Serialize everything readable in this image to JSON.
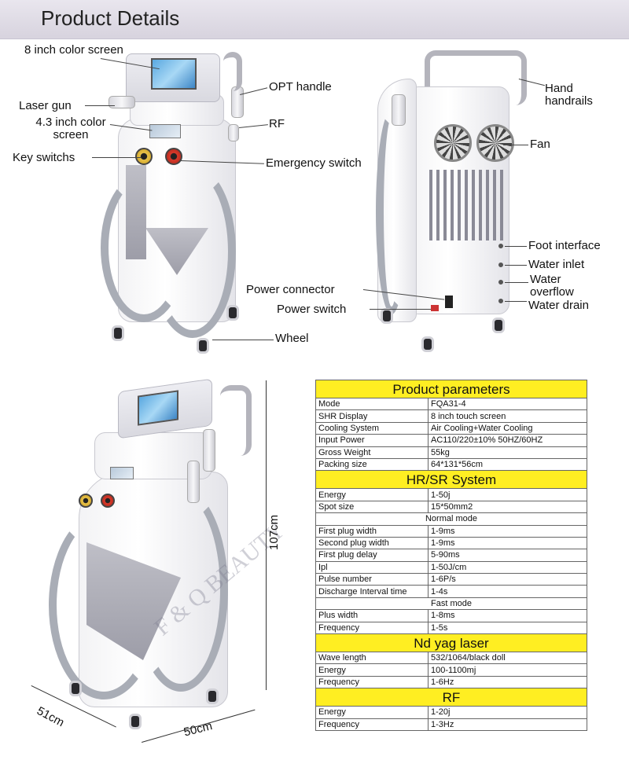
{
  "header": {
    "title": "Product Details"
  },
  "front_labels": {
    "color_screen_8": "8 inch color screen",
    "laser_gun": "Laser gun",
    "color_screen_43": "4.3 inch color screen",
    "key_switchs": "Key switchs",
    "opt_handle": "OPT handle",
    "rf": "RF",
    "emergency_switch": "Emergency switch",
    "wheel": "Wheel"
  },
  "back_labels": {
    "hand_handrails": "Hand handrails",
    "fan": "Fan",
    "foot_interface": "Foot interface",
    "water_inlet": "Water inlet",
    "water_overflow": "Water overflow",
    "water_drain": "Water drain",
    "power_connector": "Power connector",
    "power_switch": "Power switch"
  },
  "dimensions": {
    "height": "107cm",
    "depth": "51cm",
    "width": "50cm"
  },
  "watermark": "F & Q BEAUTY",
  "spec_table": {
    "sections": [
      {
        "title": "Product parameters",
        "rows": [
          {
            "key": "Mode",
            "value": "FQA31-4"
          },
          {
            "key": "SHR Display",
            "value": "8 inch touch screen"
          },
          {
            "key": "Cooling System",
            "value": "Air Cooling+Water Cooling"
          },
          {
            "key": "Input Power",
            "value": "AC110/220±10% 50HZ/60HZ"
          },
          {
            "key": "Gross Weight",
            "value": "55kg"
          },
          {
            "key": "Packing size",
            "value": "64*131*56cm"
          }
        ]
      },
      {
        "title": "HR/SR System",
        "rows": [
          {
            "key": "Energy",
            "value": "1-50j"
          },
          {
            "key": "Spot size",
            "value": "15*50mm2"
          },
          {
            "mode": "Normal mode"
          },
          {
            "key": "First plug width",
            "value": "1-9ms"
          },
          {
            "key": "Second plug width",
            "value": "1-9ms"
          },
          {
            "key": "First plug delay",
            "value": "5-90ms"
          },
          {
            "key": "Ipl",
            "value": "1-50J/cm"
          },
          {
            "key": "Pulse number",
            "value": "1-6P/s"
          },
          {
            "key": "Discharge Interval time",
            "value": "1-4s"
          },
          {
            "mode": "Fast mode"
          },
          {
            "key": "Plus width",
            "value": "1-8ms"
          },
          {
            "key": "Frequency",
            "value": "1-5s"
          }
        ]
      },
      {
        "title": "Nd yag laser",
        "rows": [
          {
            "key": "Wave length",
            "value": "532/1064/black doll"
          },
          {
            "key": "Energy",
            "value": "100-1100mj"
          },
          {
            "key": "Frequency",
            "value": "1-6Hz"
          }
        ]
      },
      {
        "title": "RF",
        "rows": [
          {
            "key": "Energy",
            "value": "1-20j"
          },
          {
            "key": "Frequency",
            "value": "1-3Hz"
          }
        ]
      }
    ]
  }
}
